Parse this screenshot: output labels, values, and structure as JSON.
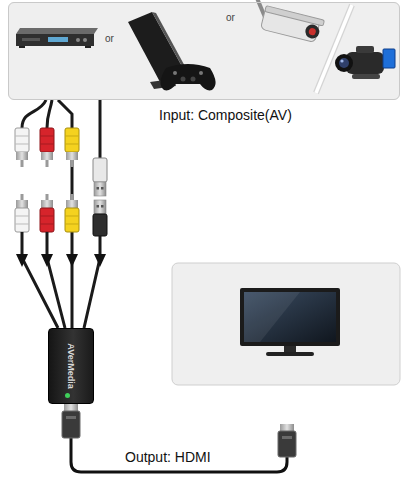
{
  "diagram": {
    "nodes": [
      {
        "text": [
          "or",
          "or",
          "Input: Composite(AV)"
        ]
      },
      {
        "text": [
          "AVerMedia"
        ]
      }
    ],
    "edges": [
      {
        "from": 0,
        "to": 1,
        "arrow": "to"
      }
    ],
    "labels": [
      "Output: HDMI"
    ]
  }
}
